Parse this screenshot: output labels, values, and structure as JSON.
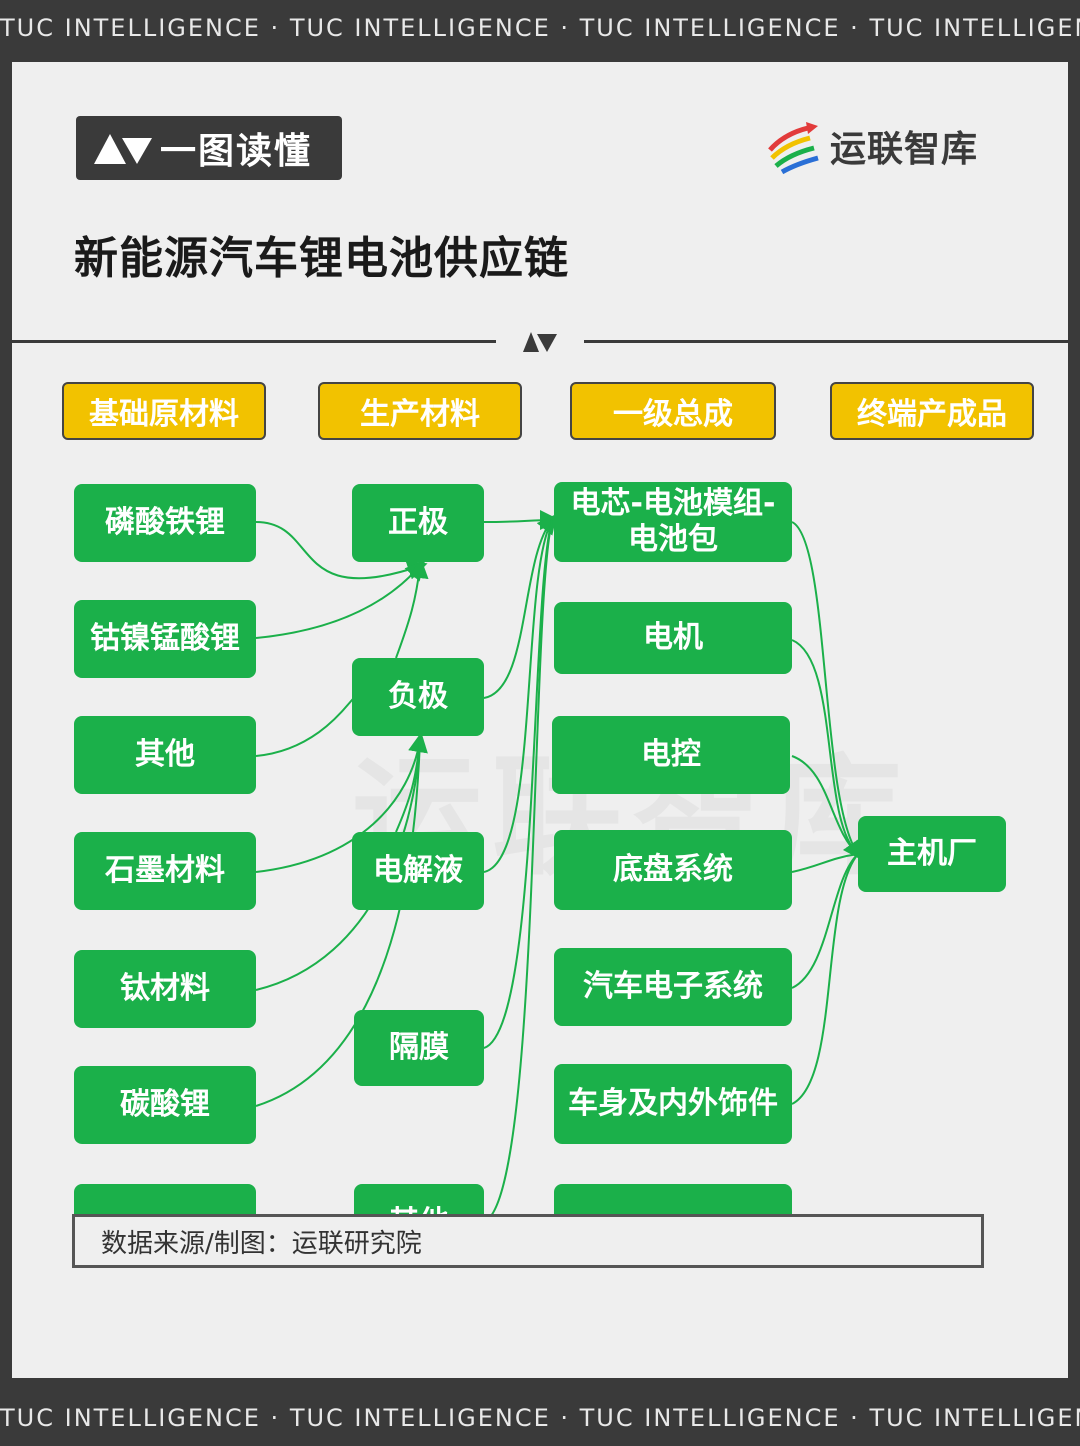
{
  "banner_text": "TUC INTELLIGENCE · TUC INTELLIGENCE · TUC INTELLIGENCE · TUC INTELLIGENCE",
  "tag": {
    "label": "一图读懂"
  },
  "logo": {
    "name": "运联智库"
  },
  "watermark": "运联智库",
  "title": "新能源汽车锂电池供应链",
  "columns": {
    "c1": "基础原材料",
    "c2": "生产材料",
    "c3": "一级总成",
    "c4": "终端产成品"
  },
  "raw_materials": [
    "磷酸铁锂",
    "钴镍锰酸锂",
    "其他",
    "石墨材料",
    "钛材料",
    "碳酸锂",
    "…"
  ],
  "production_materials": [
    "正极",
    "负极",
    "电解液",
    "隔膜",
    "其他"
  ],
  "assemblies": [
    "电芯-电池模组-电池包",
    "电机",
    "电控",
    "底盘系统",
    "汽车电子系统",
    "车身及内外饰件",
    "……"
  ],
  "end_product": "主机厂",
  "source": "数据来源/制图：运联研究院",
  "colors": {
    "node_green": "#1bb04a",
    "header_yellow": "#f2c200",
    "dark": "#3a3a3a"
  }
}
